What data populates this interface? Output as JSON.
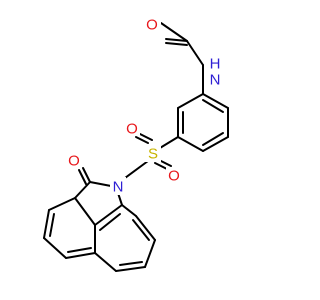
{
  "molecule": {
    "atoms": {
      "O_amide": {
        "label": "O",
        "color": "#e8171b"
      },
      "N_amide": {
        "label": "N",
        "color": "#2e1fd4"
      },
      "H_amide": {
        "label": "H",
        "color": "#2e1fd4"
      },
      "S": {
        "label": "S",
        "color": "#c8b400"
      },
      "O_s1": {
        "label": "O",
        "color": "#e8171b"
      },
      "O_s2": {
        "label": "O",
        "color": "#e8171b"
      },
      "N_ring": {
        "label": "N",
        "color": "#2e1fd4"
      },
      "O_ring": {
        "label": "O",
        "color": "#e8171b"
      }
    },
    "bond_color": "#000000"
  }
}
